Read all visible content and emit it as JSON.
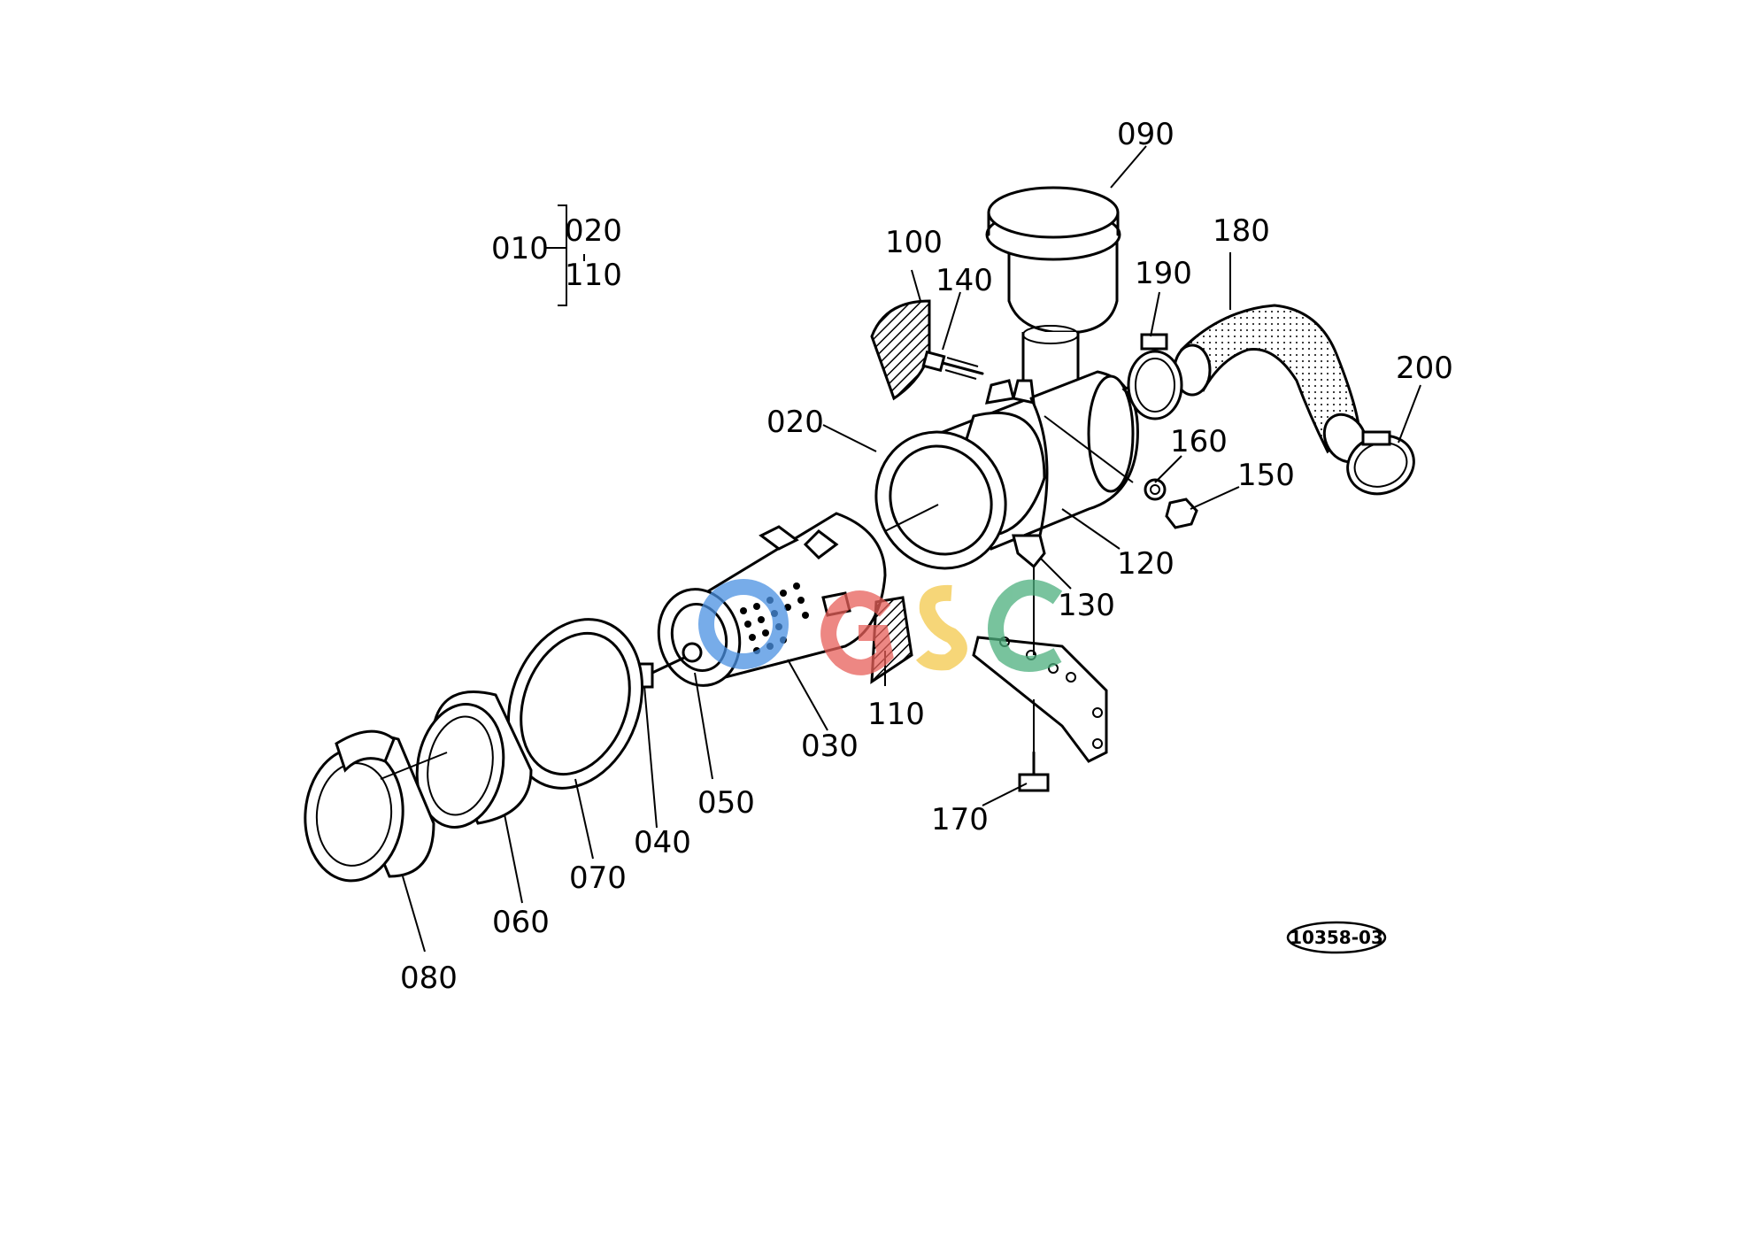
{
  "labels": {
    "l010": "010",
    "l020a": "020",
    "l110a": "110",
    "l090": "090",
    "l100": "100",
    "l140": "140",
    "l190": "190",
    "l180": "180",
    "l200": "200",
    "l020": "020",
    "l160": "160",
    "l150": "150",
    "l120": "120",
    "l130": "130",
    "l110": "110",
    "l030": "030",
    "l050": "050",
    "l040": "040",
    "l070": "070",
    "l060": "060",
    "l080": "080",
    "l170": "170"
  },
  "reference_code": "10358-03",
  "watermark": {
    "text": "OGSC",
    "colors": [
      "#4a90e2",
      "#e8605a",
      "#f3c94b",
      "#4caf7d"
    ]
  }
}
